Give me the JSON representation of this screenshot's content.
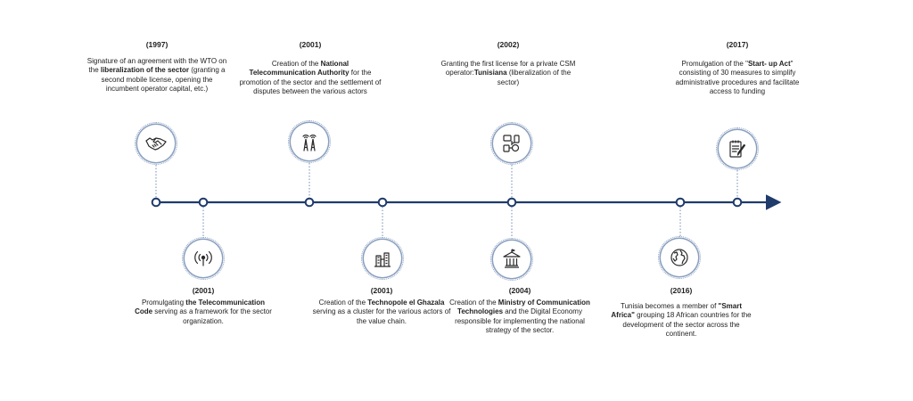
{
  "colors": {
    "line": "#1f3b6b",
    "ring": "#8aa0c0",
    "icon": "#2a2a2a"
  },
  "events": [
    {
      "id": "e1997",
      "year": "(1997)",
      "icon": "handshake-icon",
      "side": "top",
      "parts": [
        {
          "t": "Signature of an agreement with the WTO on the ",
          "b": false
        },
        {
          "t": "liberalization of the sector",
          "b": true
        },
        {
          "t": " (granting a second mobile license, opening the incumbent operator capital, etc.)",
          "b": false
        }
      ]
    },
    {
      "id": "e2001a",
      "year": "(2001)",
      "icon": "antenna-signal-icon",
      "side": "bottom",
      "parts": [
        {
          "t": "Promulgating ",
          "b": false
        },
        {
          "t": "the Telecommunication Code",
          "b": true
        },
        {
          "t": " serving as a framework for the sector organization.",
          "b": false
        }
      ]
    },
    {
      "id": "e2001b",
      "year": "(2001)",
      "icon": "telecom-towers-icon",
      "side": "top",
      "parts": [
        {
          "t": "Creation of the ",
          "b": false
        },
        {
          "t": "National Telecommunication Authority",
          "b": true
        },
        {
          "t": " for the promotion of the sector and the settlement of disputes between the various actors",
          "b": false
        }
      ]
    },
    {
      "id": "e2001c",
      "year": "(2001)",
      "icon": "technopole-building-icon",
      "side": "bottom",
      "parts": [
        {
          "t": "Creation of the ",
          "b": false
        },
        {
          "t": "Technopole el Ghazala",
          "b": true
        },
        {
          "t": " serving as a cluster for the various actors of the value chain.",
          "b": false
        }
      ]
    },
    {
      "id": "e2002",
      "year": "(2002)",
      "icon": "network-devices-icon",
      "side": "top",
      "parts": [
        {
          "t": "Granting the first license for a private CSM operator:",
          "b": false
        },
        {
          "t": "Tunisiana",
          "b": true
        },
        {
          "t": " (liberalization of the sector)",
          "b": false
        }
      ]
    },
    {
      "id": "e2004",
      "year": "(2004)",
      "icon": "ministry-building-icon",
      "side": "bottom",
      "parts": [
        {
          "t": "Creation of the ",
          "b": false
        },
        {
          "t": "Ministry of Communication Technologies",
          "b": true
        },
        {
          "t": " and the Digital Economy responsible for implementing the national strategy of the sector.",
          "b": false
        }
      ]
    },
    {
      "id": "e2016",
      "year": "(2016)",
      "icon": "globe-icon",
      "side": "bottom",
      "parts": [
        {
          "t": "Tunisia becomes a member of ",
          "b": false
        },
        {
          "t": "\"Smart Africa\"",
          "b": true
        },
        {
          "t": " grouping 18 African countries for the development of the sector across the continent.",
          "b": false
        }
      ]
    },
    {
      "id": "e2017",
      "year": "(2017)",
      "icon": "document-pen-icon",
      "side": "top",
      "parts": [
        {
          "t": "Promulgation of the \"",
          "b": false
        },
        {
          "t": "Start- up Act",
          "b": true
        },
        {
          "t": "\" consisting of 30 measures to simplify administrative procedures and facilitate access to funding",
          "b": false
        }
      ]
    }
  ]
}
